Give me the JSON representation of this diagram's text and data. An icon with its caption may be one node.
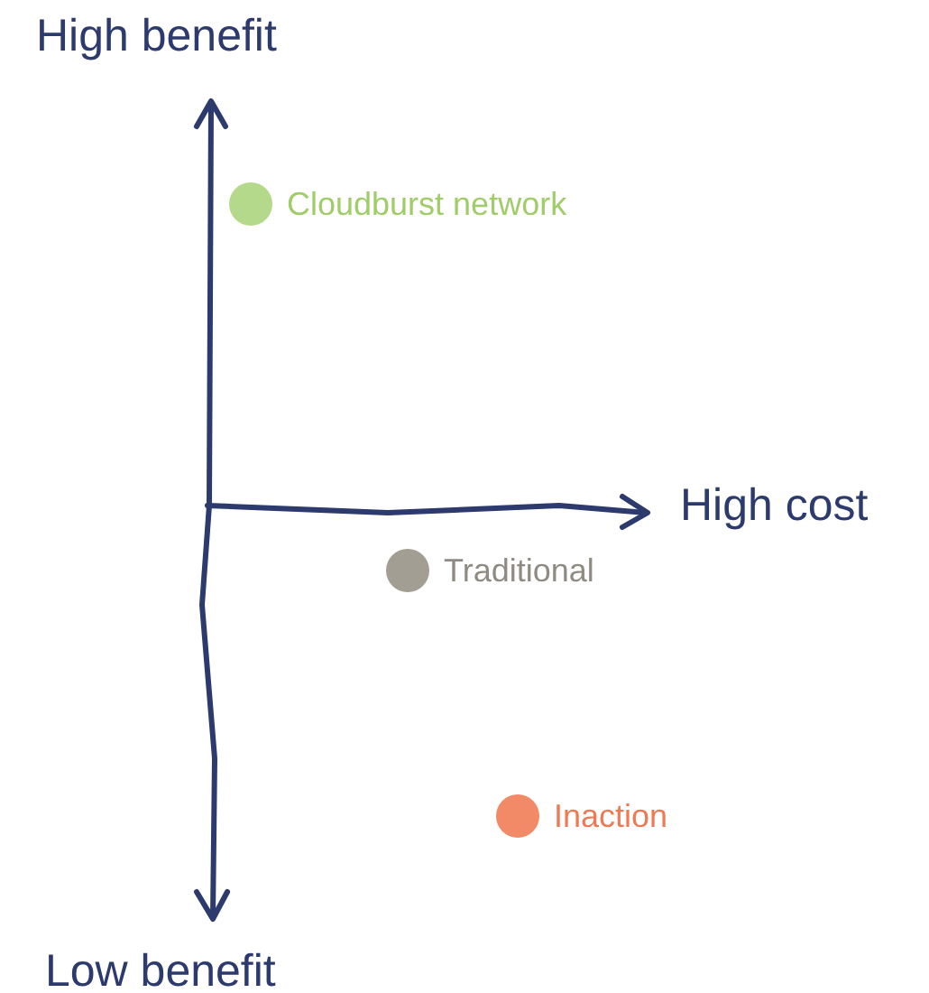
{
  "diagram": {
    "nodes": [
      {
        "text": [],
        "shape": "circle",
        "beside": [
          "Cloudburst network"
        ]
      },
      {
        "text": [],
        "shape": "circle",
        "beside": [
          "Traditional"
        ]
      },
      {
        "text": [],
        "shape": "circle",
        "beside": [
          "Inaction"
        ]
      }
    ],
    "edges": [],
    "labels": [
      "High benefit",
      "High cost",
      "Low benefit"
    ]
  }
}
